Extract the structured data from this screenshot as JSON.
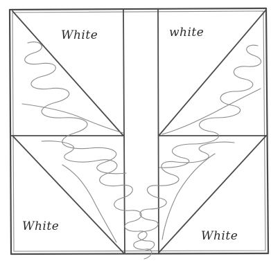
{
  "diagram": {
    "labels": {
      "top_left": "White",
      "top_right": "white",
      "bottom_left": "White",
      "bottom_right": "White"
    },
    "colors": {
      "paper": "#ffffff",
      "pencil": "#4a4a4a",
      "shading": "#8a8a8a"
    }
  }
}
